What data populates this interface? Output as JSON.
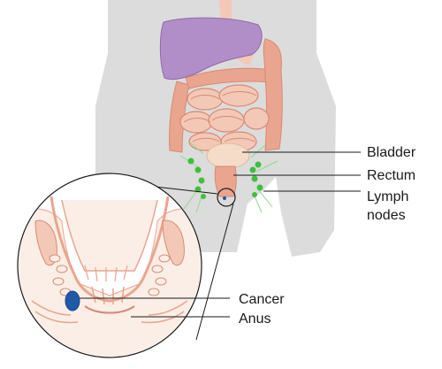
{
  "labels": {
    "bladder": "Bladder",
    "rectum": "Rectum",
    "lymph_nodes_line1": "Lymph",
    "lymph_nodes_line2": "nodes",
    "cancer": "Cancer",
    "anus": "Anus"
  },
  "colors": {
    "silhouette": "#dcdcdc",
    "liver": "#b18ec7",
    "intestine": "#e9a58f",
    "intestine_light": "#f3c8b6",
    "bladder": "#f5dcc9",
    "lymph_node": "#3fbf3f",
    "lymph_vessel": "#8fd88f",
    "cancer": "#1f5aa8",
    "tissue": "#fbeee6",
    "leader_line": "#1a1a1a"
  }
}
